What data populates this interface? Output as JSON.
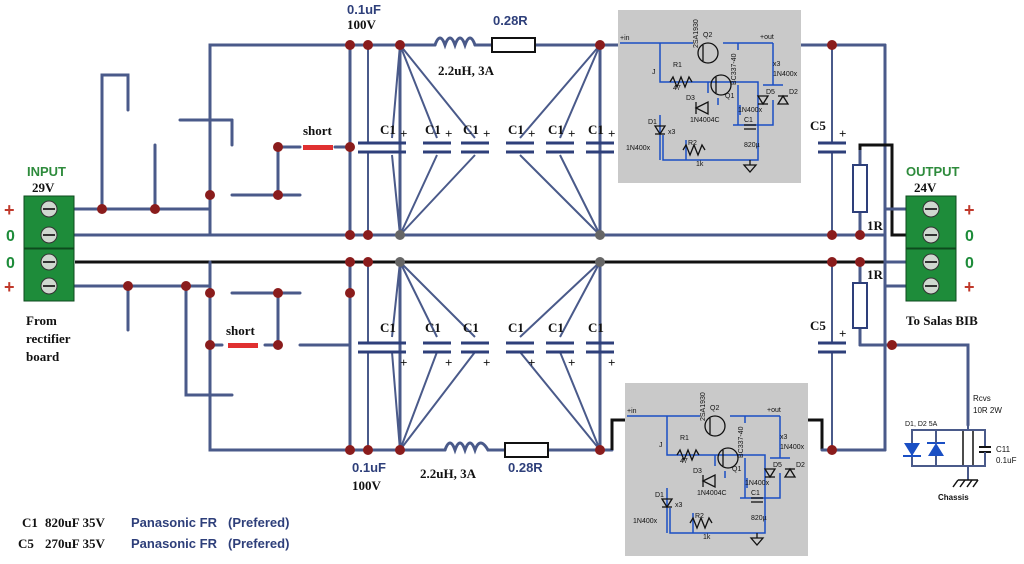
{
  "input": {
    "title": "INPUT",
    "voltage": "29V",
    "plus": "+",
    "zero": "0",
    "note_lines": [
      "From",
      "rectifier",
      "board"
    ]
  },
  "output": {
    "title": "OUTPUT",
    "voltage": "24V",
    "plus": "+",
    "zero": "0",
    "note": "To Salas BIB"
  },
  "labels": {
    "short": "short",
    "film_cap_value": "0.1uF",
    "film_cap_voltage": "100V",
    "inductor": "2.2uH, 3A",
    "series_resistor": "0.28R",
    "bulk_cap": "C1",
    "output_cap": "C5",
    "bleeder": "1R",
    "plus": "+"
  },
  "regulator": {
    "in": "+in",
    "out": "+out",
    "q2_label": "Q2",
    "q2_part": "2SA1930",
    "q1_label": "Q1",
    "q1_part": "BC337-40",
    "r1_label": "R1",
    "r1_value": "47",
    "r2_label": "R2",
    "r2_value": "1k",
    "d3_label": "D3",
    "d3_part": "1N4004C",
    "d1_label": "D1",
    "d1_part": "1N400x",
    "d1_mult": "x3",
    "d5_label": "D5",
    "d2_label": "D2",
    "d5_part": "1N400x",
    "d_mult": "x3",
    "d2_part": "1N400x",
    "c1_label": "C1",
    "c1_value": "820µ",
    "j": "J"
  },
  "chassis": {
    "resistor_label": "Rcvs",
    "resistor_value": "10R 2W",
    "diodes": "D1, D2 5A",
    "cap_label": "C11",
    "cap_value": "0.1uF",
    "ground": "Chassis"
  },
  "legend": [
    {
      "ref": "C1",
      "spec": "820uF 35V",
      "brand": "Panasonic FR",
      "note": "(Prefered)"
    },
    {
      "ref": "C5",
      "spec": "270uF 35V",
      "brand": "Panasonic FR",
      "note": "(Prefered)"
    }
  ]
}
